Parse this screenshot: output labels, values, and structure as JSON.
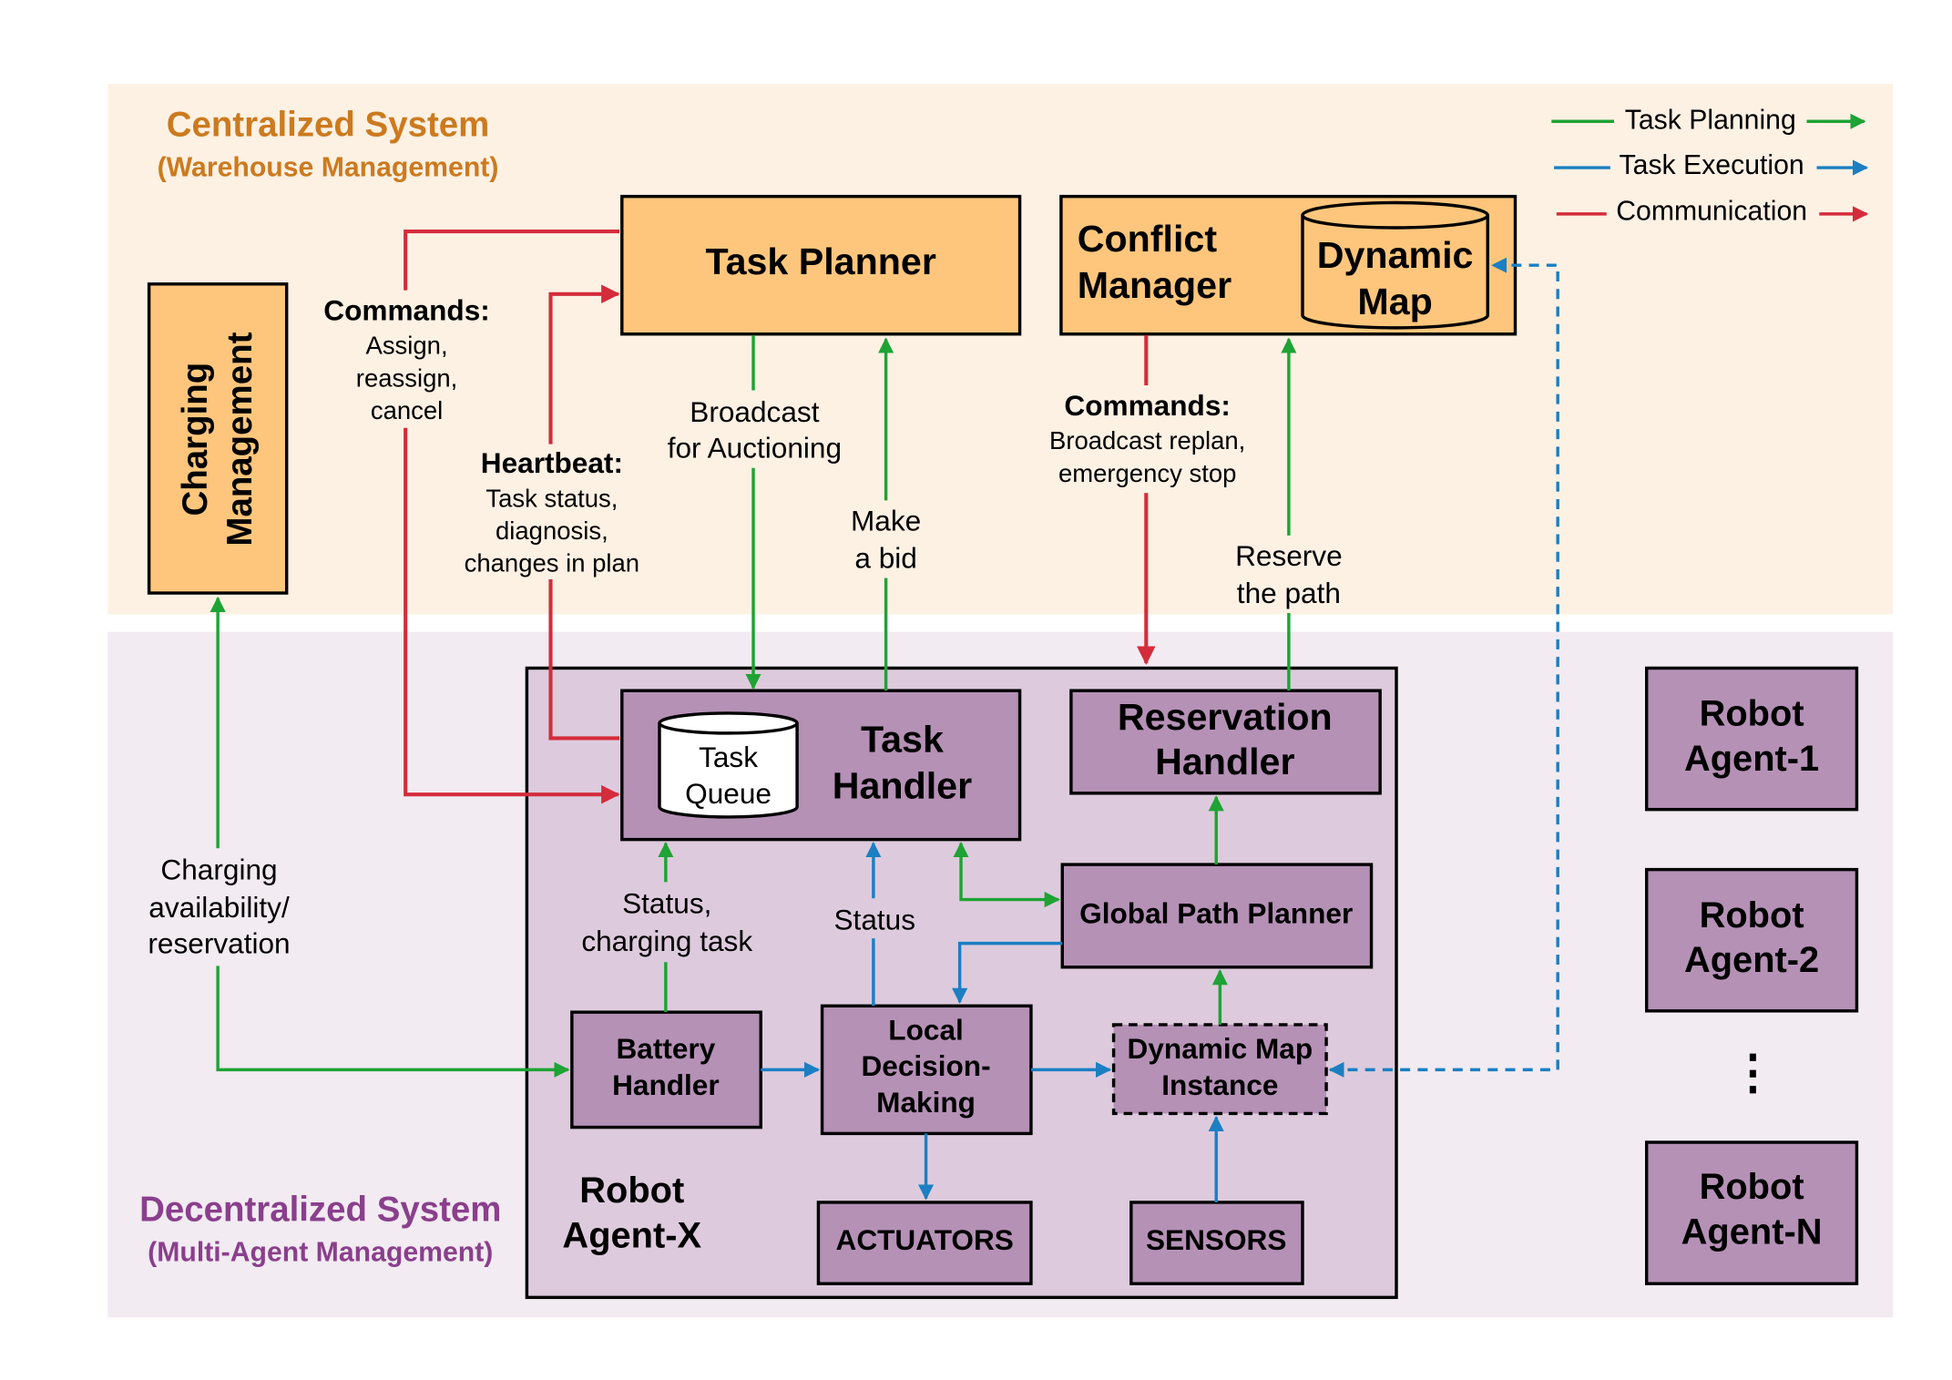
{
  "colors": {
    "centralized_bg": "#fdf1e4",
    "decentralized_bg": "#f2ebf2",
    "robot_x_bg": "#ddcbdd",
    "orange_box": "#fdc67c",
    "purple_box": "#b591b6",
    "centralized_title": "#cc7a1e",
    "decentralized_title": "#8a3f8c",
    "task_planning": "#1ea334",
    "task_execution": "#1b7fc2",
    "communication": "#d42c3b"
  },
  "centralized": {
    "title": "Centralized System",
    "subtitle": "(Warehouse Management)"
  },
  "decentralized": {
    "title": "Decentralized System",
    "subtitle": "(Multi-Agent Management)"
  },
  "legend": {
    "task_planning": "Task Planning",
    "task_execution": "Task Execution",
    "communication": "Communication"
  },
  "boxes": {
    "task_planner": "Task Planner",
    "conflict_manager": [
      "Conflict",
      "Manager"
    ],
    "dynamic_map": [
      "Dynamic",
      "Map"
    ],
    "charging_management": [
      "Charging",
      "Management"
    ],
    "task_queue": [
      "Task",
      "Queue"
    ],
    "task_handler": [
      "Task",
      "Handler"
    ],
    "reservation_handler": [
      "Reservation",
      "Handler"
    ],
    "global_path_planner": "Global Path Planner",
    "battery_handler": [
      "Battery",
      "Handler"
    ],
    "local_decision_making": [
      "Local",
      "Decision-",
      "Making"
    ],
    "dynamic_map_instance": [
      "Dynamic Map",
      "Instance"
    ],
    "actuators": "ACTUATORS",
    "sensors": "SENSORS",
    "robot_agent_x": [
      "Robot",
      "Agent-X"
    ],
    "robot_agent_1": [
      "Robot",
      "Agent-1"
    ],
    "robot_agent_2": [
      "Robot",
      "Agent-2"
    ],
    "robot_agent_n": [
      "Robot",
      "Agent-N"
    ],
    "ellipsis": "⋮"
  },
  "labels": {
    "commands_left_title": "Commands:",
    "commands_left_body": [
      "Assign,",
      "reassign,",
      "cancel"
    ],
    "heartbeat_title": "Heartbeat:",
    "heartbeat_body": [
      "Task status,",
      "diagnosis,",
      "changes in plan"
    ],
    "broadcast": [
      "Broadcast",
      "for Auctioning"
    ],
    "make_bid": [
      "Make",
      "a bid"
    ],
    "commands_right_title": "Commands:",
    "commands_right_body": [
      "Broadcast replan,",
      "emergency stop"
    ],
    "reserve_path": [
      "Reserve",
      "the path"
    ],
    "charging_availability": [
      "Charging",
      "availability/",
      "reservation"
    ],
    "status_charging": [
      "Status,",
      "charging task"
    ],
    "status": "Status"
  }
}
